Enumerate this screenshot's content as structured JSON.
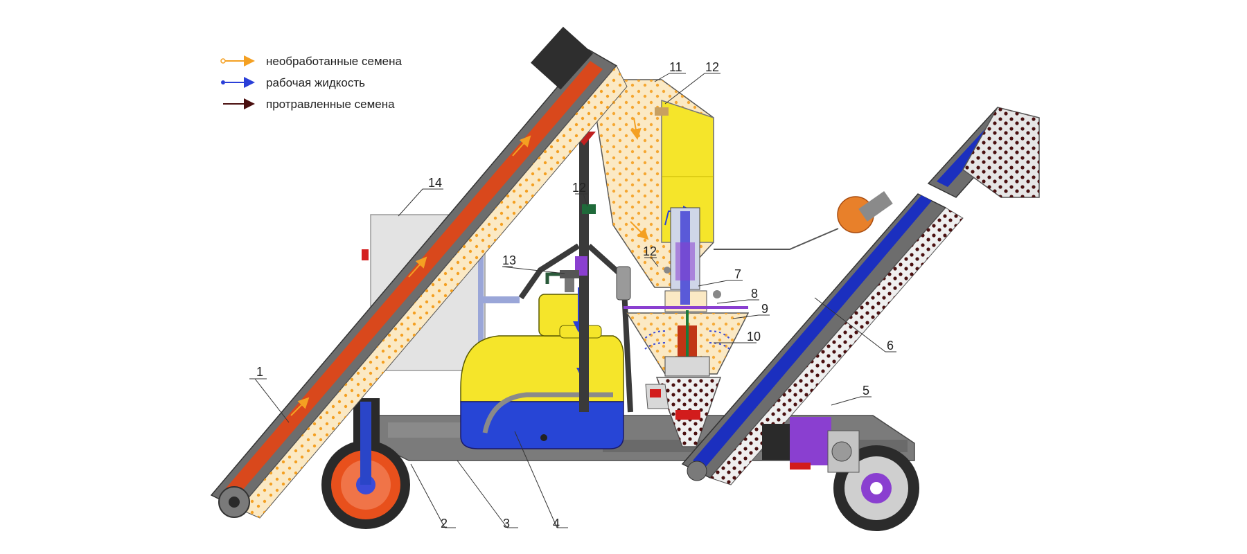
{
  "legend": {
    "items": [
      {
        "label": "необработанные семена",
        "color": "#f4a022"
      },
      {
        "label": "рабочая жидкость",
        "color": "#2a3fd8"
      },
      {
        "label": "протравленные семена",
        "color": "#4a1010"
      }
    ]
  },
  "callouts": {
    "n1": "1",
    "n2": "2",
    "n3": "3",
    "n4": "4",
    "n5": "5",
    "n6": "6",
    "n7": "7",
    "n8": "8",
    "n9": "9",
    "n10": "10",
    "n11": "11",
    "n12a": "12",
    "n12b": "12",
    "n12c": "12",
    "n13": "13",
    "n14": "14"
  },
  "colors": {
    "conveyor_frame": "#6d6d6d",
    "conveyor_belt_left": "#d9481c",
    "conveyor_belt_right": "#1b2fbf",
    "hopper_fill": "#fbe9c4",
    "tank_yellow": "#f5e52a",
    "tank_blue": "#2745d6",
    "chassis": "#777777",
    "wheel_rim": "#e8501c",
    "motor_purple": "#8a3fd0",
    "control_box": "#e3e3e3",
    "seed_untreated": "#f4a022",
    "liquid": "#2a3fd8",
    "seed_treated": "#4a1010"
  }
}
